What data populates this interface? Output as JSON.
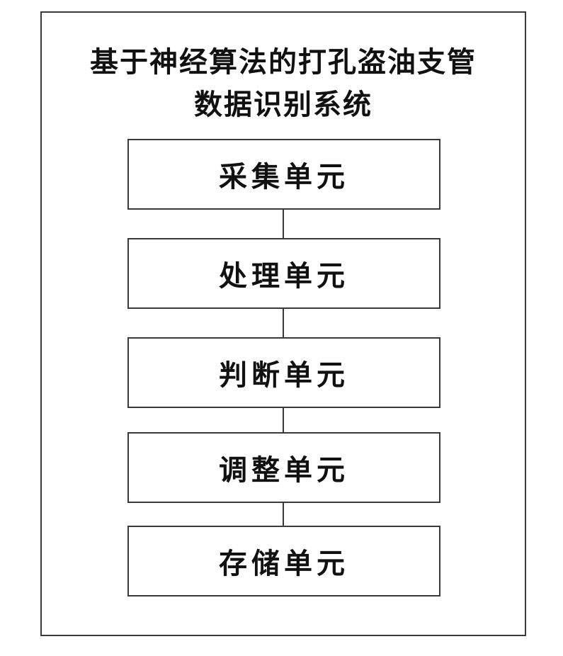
{
  "diagram": {
    "title_line1": "基于神经算法的打孔盗油支管",
    "title_line2": "数据识别系统",
    "units": [
      "采集单元",
      "处理单元",
      "判断单元",
      "调整单元",
      "存储单元"
    ]
  }
}
